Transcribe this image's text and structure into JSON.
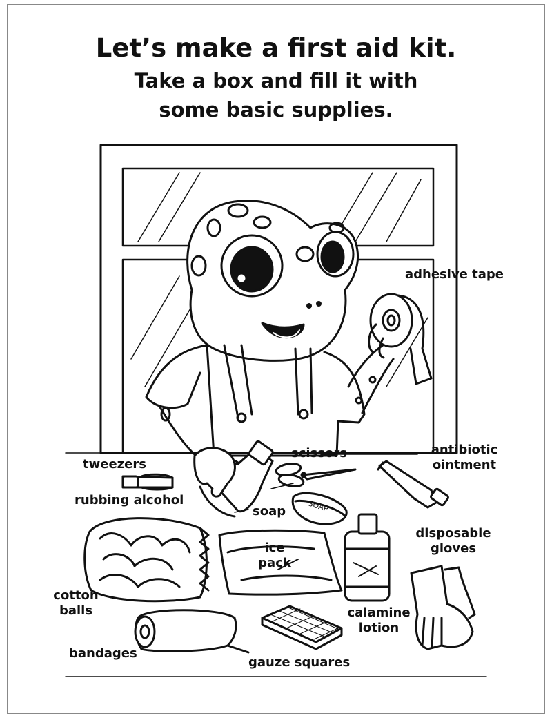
{
  "title": {
    "line1": "Let’s make a first aid kit.",
    "line2": "Take a box and fill it with",
    "line3": "some basic supplies."
  },
  "labels": {
    "adhesive_tape": "adhesive tape",
    "tweezers": "tweezers",
    "scissors": "scissors",
    "antibiotic_ointment_1": "antibiotic",
    "antibiotic_ointment_2": "ointment",
    "rubbing_alcohol": "rubbing alcohol",
    "soap": "soap",
    "ice_pack_1": "ice",
    "ice_pack_2": "pack",
    "disposable_gloves_1": "disposable",
    "disposable_gloves_2": "gloves",
    "cotton_balls_1": "cotton",
    "cotton_balls_2": "balls",
    "calamine_lotion_1": "calamine",
    "calamine_lotion_2": "lotion",
    "bandages": "bandages",
    "gauze_squares": "gauze squares",
    "soap_bar_text": "SOAP"
  },
  "colors": {
    "ink": "#111111",
    "paper": "#ffffff",
    "border": "#888888"
  }
}
